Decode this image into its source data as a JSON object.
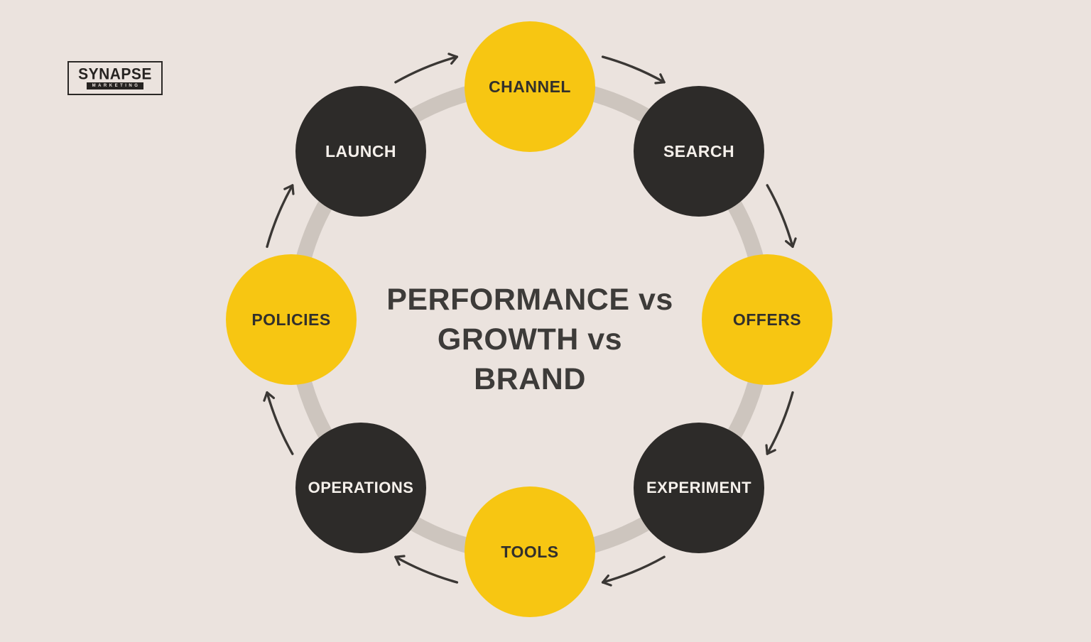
{
  "logo": {
    "brand": "SYNAPSE",
    "tagline": "MARKETING"
  },
  "title": {
    "line1": "PERFORMANCE vs",
    "line2": "GROWTH vs",
    "line3": "BRAND"
  },
  "nodes": [
    {
      "label": "CHANNEL",
      "color": "#F7C612"
    },
    {
      "label": "SEARCH",
      "color": "#2D2B29"
    },
    {
      "label": "OFFERS",
      "color": "#F7C612"
    },
    {
      "label": "EXPERIMENT",
      "color": "#2D2B29"
    },
    {
      "label": "TOOLS",
      "color": "#F7C612"
    },
    {
      "label": "OPERATIONS",
      "color": "#2D2B29"
    },
    {
      "label": "POLICIES",
      "color": "#F7C612"
    },
    {
      "label": "LAUNCH",
      "color": "#2D2B29"
    }
  ],
  "cycle": {
    "direction": "clockwise",
    "order": [
      "CHANNEL",
      "SEARCH",
      "OFFERS",
      "EXPERIMENT",
      "TOOLS",
      "OPERATIONS",
      "POLICIES",
      "LAUNCH"
    ]
  },
  "colors": {
    "background": "#EBE3DE",
    "accent_yellow": "#F7C612",
    "accent_dark": "#2D2B29",
    "ring": "#CDC5BE",
    "arrow": "#3A3734",
    "title_text": "#3D3B39"
  }
}
